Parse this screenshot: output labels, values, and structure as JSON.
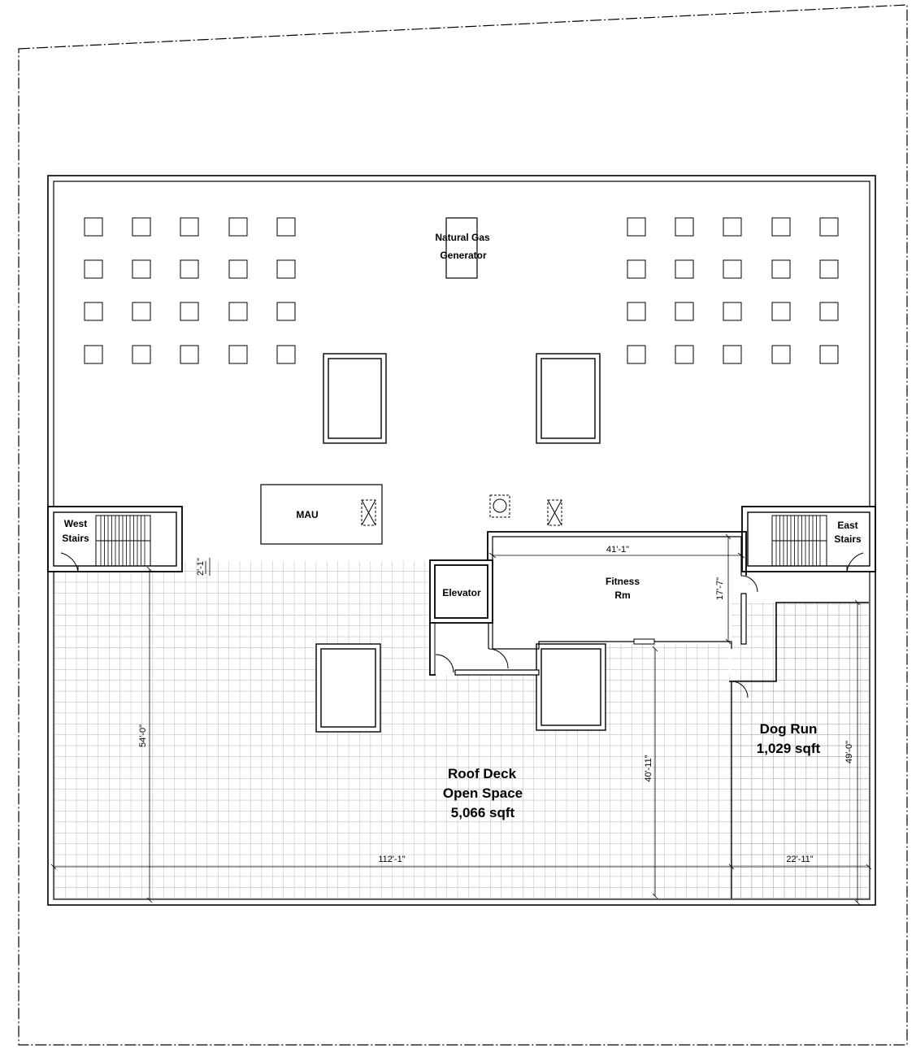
{
  "rooms": {
    "generator": [
      "Natural Gas",
      "Generator"
    ],
    "mau": "MAU",
    "west_stairs": [
      "West",
      "Stairs"
    ],
    "east_stairs": [
      "East",
      "Stairs"
    ],
    "elevator": "Elevator",
    "fitness": [
      "Fitness",
      "Rm"
    ],
    "roof_deck": [
      "Roof Deck",
      "Open Space",
      "5,066 sqft"
    ],
    "dog_run": [
      "Dog Run",
      "1,029 sqft"
    ]
  },
  "dimensions": {
    "fitness_width": "41'-1\"",
    "fitness_depth": "17'-7\"",
    "stair_offset": "2'-1\"",
    "deck_depth": "54'-0\"",
    "deck_width": "112'-1\"",
    "fitness_to_edge": "40'-11\"",
    "dog_run_depth": "49'-0\"",
    "dog_run_width": "22'-11\""
  }
}
